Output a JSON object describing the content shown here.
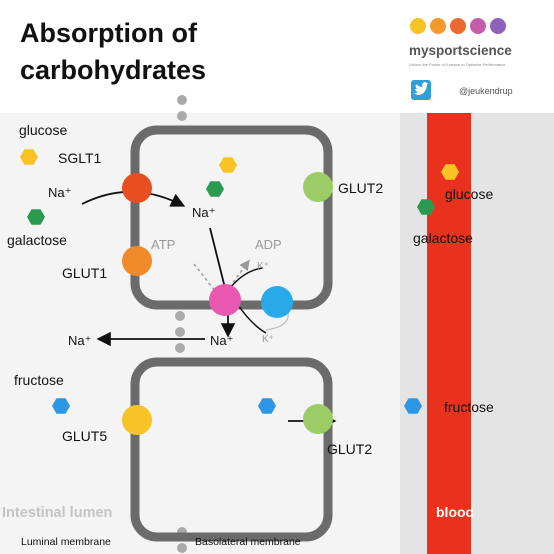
{
  "title": {
    "line1": "Absorption of",
    "line2": "carbohydrates"
  },
  "brand": {
    "name": "mysportscience",
    "tagline": "Unlock the Power of Science to Optimize Performance",
    "handle": "@jeukendrup",
    "dot_colors": [
      "#f7c325",
      "#f39a2b",
      "#ea6a32",
      "#c45caa",
      "#8e62b8"
    ],
    "twitter_color": "#2f9fd8"
  },
  "colors": {
    "lumen_bg": "#f4f4f4",
    "interstitial_bg": "#e4e4e4",
    "blood": "#e8321e",
    "cell_border": "#6b6b6b",
    "sglt1": "#e84e20",
    "glut1": "#f08a2a",
    "glut2": "#9ccc65",
    "glut5": "#f7c325",
    "pump": "#e857b0",
    "k_channel": "#28a9e8",
    "glucose": "#f7c325",
    "galactose": "#2a9a4e",
    "fructose": "#2d97e6"
  },
  "labels": {
    "glucose": "glucose",
    "sglt1": "SGLT1",
    "na_plus": "Na⁺",
    "galactose": "galactose",
    "glut1": "GLUT1",
    "atp": "ATP",
    "adp": "ADP",
    "k_plus": "K⁺",
    "glut2": "GLUT2",
    "fructose": "fructose",
    "glut5": "GLUT5",
    "intestinal_lumen": "Intestinal lumen",
    "blood": "blood",
    "luminal_membrane": "Luminal membrane",
    "basolateral_membrane": "Basolateral  membrane"
  }
}
